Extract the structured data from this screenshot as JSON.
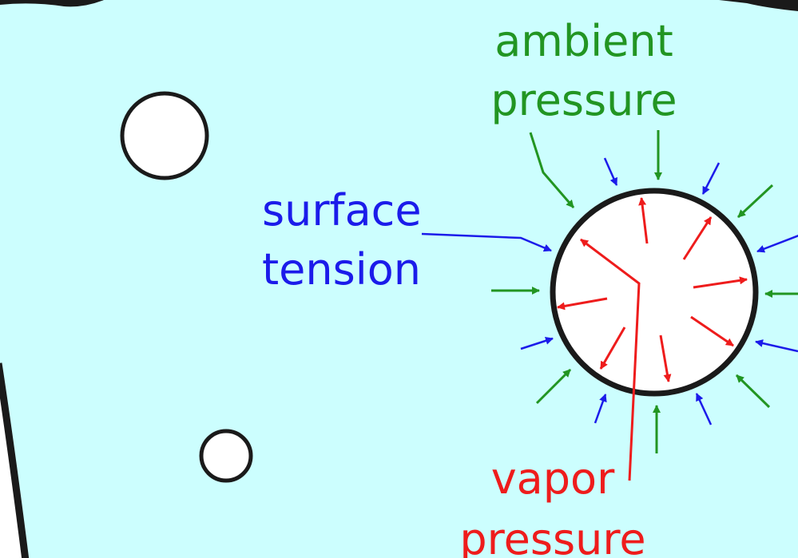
{
  "labels": {
    "ambient_line1": "ambient",
    "ambient_line2": "pressure",
    "surface_line1": "surface",
    "surface_line2": "tension",
    "vapor_line1": "vapor",
    "vapor_line2": "pressure"
  },
  "colors": {
    "liquid": "#ccfefe",
    "outline": "#1a1a1a",
    "bubble_fill": "#ffffff",
    "ambient": "#229522",
    "surface": "#1b1bea",
    "vapor": "#ee1c1c"
  },
  "icons": {
    "small_bubble": "circle",
    "large_bubble": "circle",
    "arrows": "arrow"
  }
}
